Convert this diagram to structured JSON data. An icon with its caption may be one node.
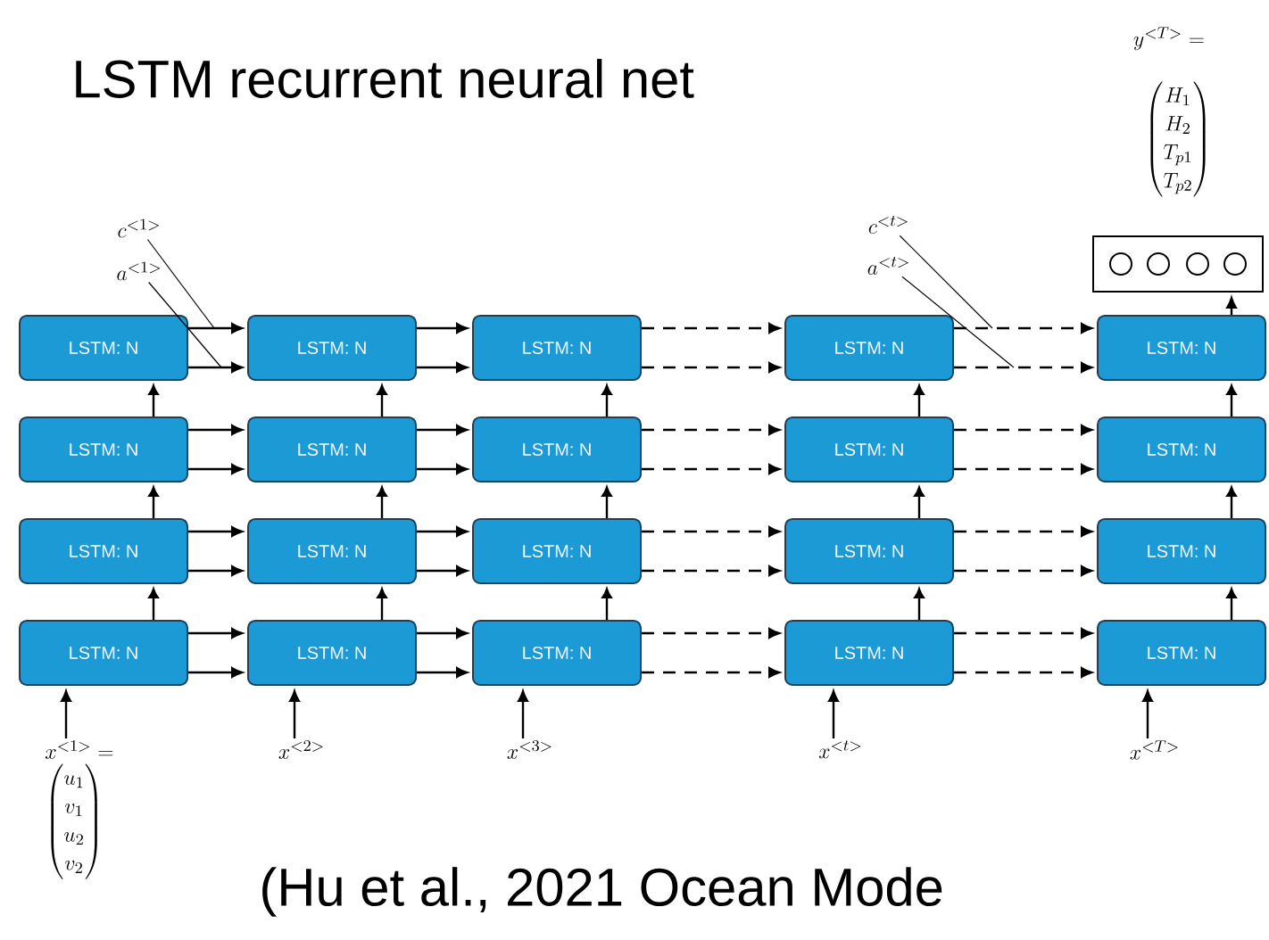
{
  "diagram": {
    "title": "LSTM recurrent neural net",
    "caption": "(Hu et al., 2021 Ocean Mode",
    "nodes": [
      {
        "text": [
          "c^{<1>}"
        ]
      },
      {
        "text": [
          "a^{<1>}"
        ]
      },
      {
        "text": [
          "c^{<t>}"
        ]
      },
      {
        "text": [
          "a^{<t>}"
        ]
      },
      {
        "text": [],
        "shape": "box"
      },
      {
        "text": [
          "LSTM: N"
        ]
      },
      {
        "text": [
          "LSTM: N"
        ]
      },
      {
        "text": [
          "LSTM: N"
        ]
      },
      {
        "text": [
          "LSTM: N"
        ]
      },
      {
        "text": [
          "LSTM: N"
        ]
      },
      {
        "text": [
          "LSTM: N"
        ]
      },
      {
        "text": [
          "LSTM: N"
        ]
      },
      {
        "text": [
          "LSTM: N"
        ]
      },
      {
        "text": [
          "LSTM: N"
        ]
      },
      {
        "text": [
          "LSTM: N"
        ]
      },
      {
        "text": [
          "LSTM: N"
        ]
      },
      {
        "text": [
          "LSTM: N"
        ]
      },
      {
        "text": [
          "LSTM: N"
        ]
      },
      {
        "text": [
          "LSTM: N"
        ]
      },
      {
        "text": [
          "LSTM: N"
        ]
      },
      {
        "text": [
          "LSTM: N"
        ]
      },
      {
        "text": [
          "LSTM: N"
        ]
      },
      {
        "text": [
          "LSTM: N"
        ]
      },
      {
        "text": [
          "LSTM: N"
        ]
      },
      {
        "text": [
          "LSTM: N"
        ]
      },
      {
        "text": [
          "x^{<1>} =",
          "\\begin{pmatrix}u_1\\\\v_1\\\\u_2\\\\v_2\\end{pmatrix}"
        ]
      },
      {
        "text": [
          "x^{<2>}"
        ]
      },
      {
        "text": [
          "x^{<3>}"
        ]
      },
      {
        "text": [
          "x^{<t>}"
        ]
      },
      {
        "text": [
          "x^{<T>}"
        ]
      }
    ],
    "edges": [
      {
        "from": 5,
        "to": 6,
        "arrow": "to"
      },
      {
        "from": 5,
        "to": 6,
        "arrow": "to"
      },
      {
        "from": 6,
        "to": 7,
        "arrow": "to"
      },
      {
        "from": 6,
        "to": 7,
        "arrow": "to"
      },
      {
        "from": 7,
        "to": 8,
        "arrow": "to",
        "style": "dashed"
      },
      {
        "from": 7,
        "to": 8,
        "arrow": "to",
        "style": "dashed"
      },
      {
        "from": 8,
        "to": 9,
        "arrow": "to",
        "style": "dashed"
      },
      {
        "from": 8,
        "to": 9,
        "arrow": "to",
        "style": "dashed"
      },
      {
        "from": 10,
        "to": 11,
        "arrow": "to"
      },
      {
        "from": 10,
        "to": 11,
        "arrow": "to"
      },
      {
        "from": 11,
        "to": 12,
        "arrow": "to"
      },
      {
        "from": 11,
        "to": 12,
        "arrow": "to"
      },
      {
        "from": 12,
        "to": 13,
        "arrow": "to",
        "style": "dashed"
      },
      {
        "from": 12,
        "to": 13,
        "arrow": "to",
        "style": "dashed"
      },
      {
        "from": 13,
        "to": 14,
        "arrow": "to",
        "style": "dashed"
      },
      {
        "from": 13,
        "to": 14,
        "arrow": "to",
        "style": "dashed"
      },
      {
        "from": 15,
        "to": 16,
        "arrow": "to"
      },
      {
        "from": 15,
        "to": 16,
        "arrow": "to"
      },
      {
        "from": 16,
        "to": 17,
        "arrow": "to"
      },
      {
        "from": 16,
        "to": 17,
        "arrow": "to"
      },
      {
        "from": 17,
        "to": 18,
        "arrow": "to",
        "style": "dashed"
      },
      {
        "from": 17,
        "to": 18,
        "arrow": "to",
        "style": "dashed"
      },
      {
        "from": 18,
        "to": 19,
        "arrow": "to",
        "style": "dashed"
      },
      {
        "from": 18,
        "to": 19,
        "arrow": "to",
        "style": "dashed"
      },
      {
        "from": 20,
        "to": 21,
        "arrow": "to"
      },
      {
        "from": 20,
        "to": 21,
        "arrow": "to"
      },
      {
        "from": 21,
        "to": 22,
        "arrow": "to"
      },
      {
        "from": 21,
        "to": 22,
        "arrow": "to"
      },
      {
        "from": 22,
        "to": 23,
        "arrow": "to",
        "style": "dashed"
      },
      {
        "from": 22,
        "to": 23,
        "arrow": "to",
        "style": "dashed"
      },
      {
        "from": 23,
        "to": 24,
        "arrow": "to",
        "style": "dashed"
      },
      {
        "from": 23,
        "to": 24,
        "arrow": "to",
        "style": "dashed"
      },
      {
        "from": 20,
        "to": 15,
        "arrow": "to"
      },
      {
        "from": 15,
        "to": 10,
        "arrow": "to"
      },
      {
        "from": 10,
        "to": 5,
        "arrow": "to"
      },
      {
        "from": 21,
        "to": 16,
        "arrow": "to"
      },
      {
        "from": 16,
        "to": 11,
        "arrow": "to"
      },
      {
        "from": 11,
        "to": 6,
        "arrow": "to"
      },
      {
        "from": 22,
        "to": 17,
        "arrow": "to"
      },
      {
        "from": 17,
        "to": 12,
        "arrow": "to"
      },
      {
        "from": 12,
        "to": 7,
        "arrow": "to"
      },
      {
        "from": 23,
        "to": 18,
        "arrow": "to"
      },
      {
        "from": 18,
        "to": 13,
        "arrow": "to"
      },
      {
        "from": 13,
        "to": 8,
        "arrow": "to"
      },
      {
        "from": 24,
        "to": 19,
        "arrow": "to"
      },
      {
        "from": 19,
        "to": 14,
        "arrow": "to"
      },
      {
        "from": 14,
        "to": 9,
        "arrow": "to"
      },
      {
        "from": 25,
        "to": 20,
        "arrow": "to"
      },
      {
        "from": 26,
        "to": 21,
        "arrow": "to"
      },
      {
        "from": 27,
        "to": 22,
        "arrow": "to"
      },
      {
        "from": 28,
        "to": 23,
        "arrow": "to"
      },
      {
        "from": 29,
        "to": 24,
        "arrow": "to"
      },
      {
        "from": 9,
        "to": 4,
        "arrow": "to"
      },
      {
        "from": 0,
        "to": null,
        "arrow": "none"
      },
      {
        "from": 1,
        "to": null,
        "arrow": "none"
      },
      {
        "from": 2,
        "to": null,
        "arrow": "none"
      },
      {
        "from": 3,
        "to": null,
        "arrow": "none"
      }
    ],
    "labels": [
      "y^{<T>} =",
      "\\begin{pmatrix}H_1\\\\H_2\\\\T_{p1}\\\\T_{p2}\\end{pmatrix}"
    ]
  }
}
